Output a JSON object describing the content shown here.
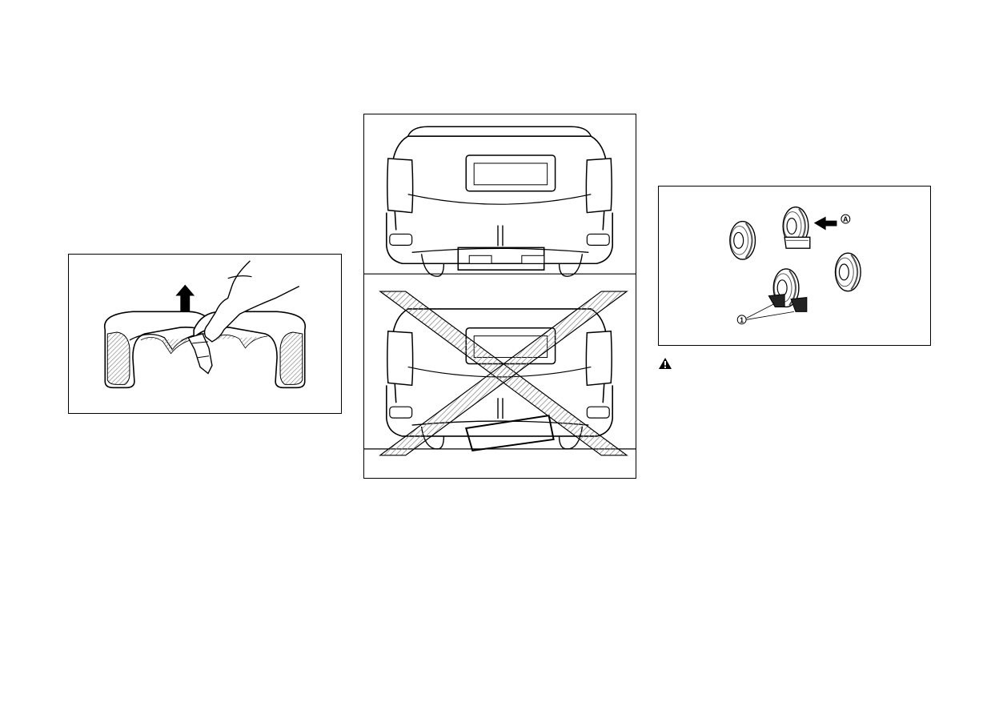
{
  "page": {
    "background": "#ffffff",
    "line_color": "#000000",
    "hatch_color": "#9a9a9a"
  },
  "figures": {
    "left": {
      "icon": "spare-tire-removal-illustration"
    },
    "middle": {
      "icon": "vehicle-rear-jack-placement-illustration"
    },
    "right": {
      "icon": "wheel-chock-illustration",
      "callout_a": "A",
      "callout_1": "1"
    }
  },
  "warning": {
    "icon": "warning-triangle-icon"
  }
}
